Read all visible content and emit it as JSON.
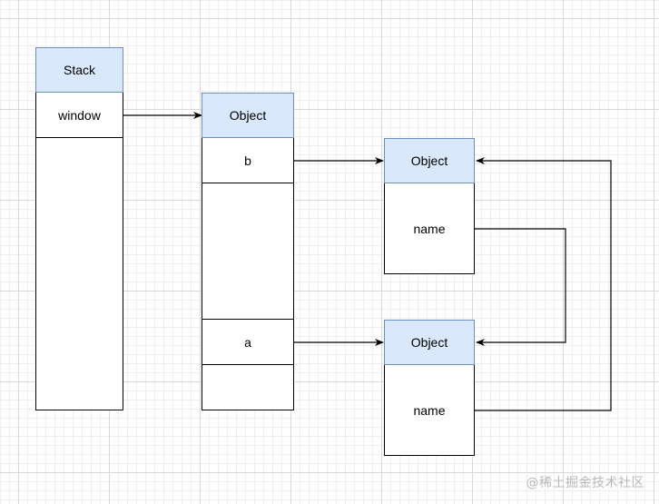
{
  "stack": {
    "title": "Stack",
    "entry": "window"
  },
  "global_object": {
    "title": "Object",
    "prop_b": "b",
    "prop_a": "a"
  },
  "object_b": {
    "title": "Object",
    "prop": "name"
  },
  "object_a": {
    "title": "Object",
    "prop": "name"
  },
  "watermark": "@稀土掘金技术社区",
  "colors": {
    "header_fill": "#dae8fc",
    "header_border": "#6c8ebf",
    "line": "#000000"
  }
}
